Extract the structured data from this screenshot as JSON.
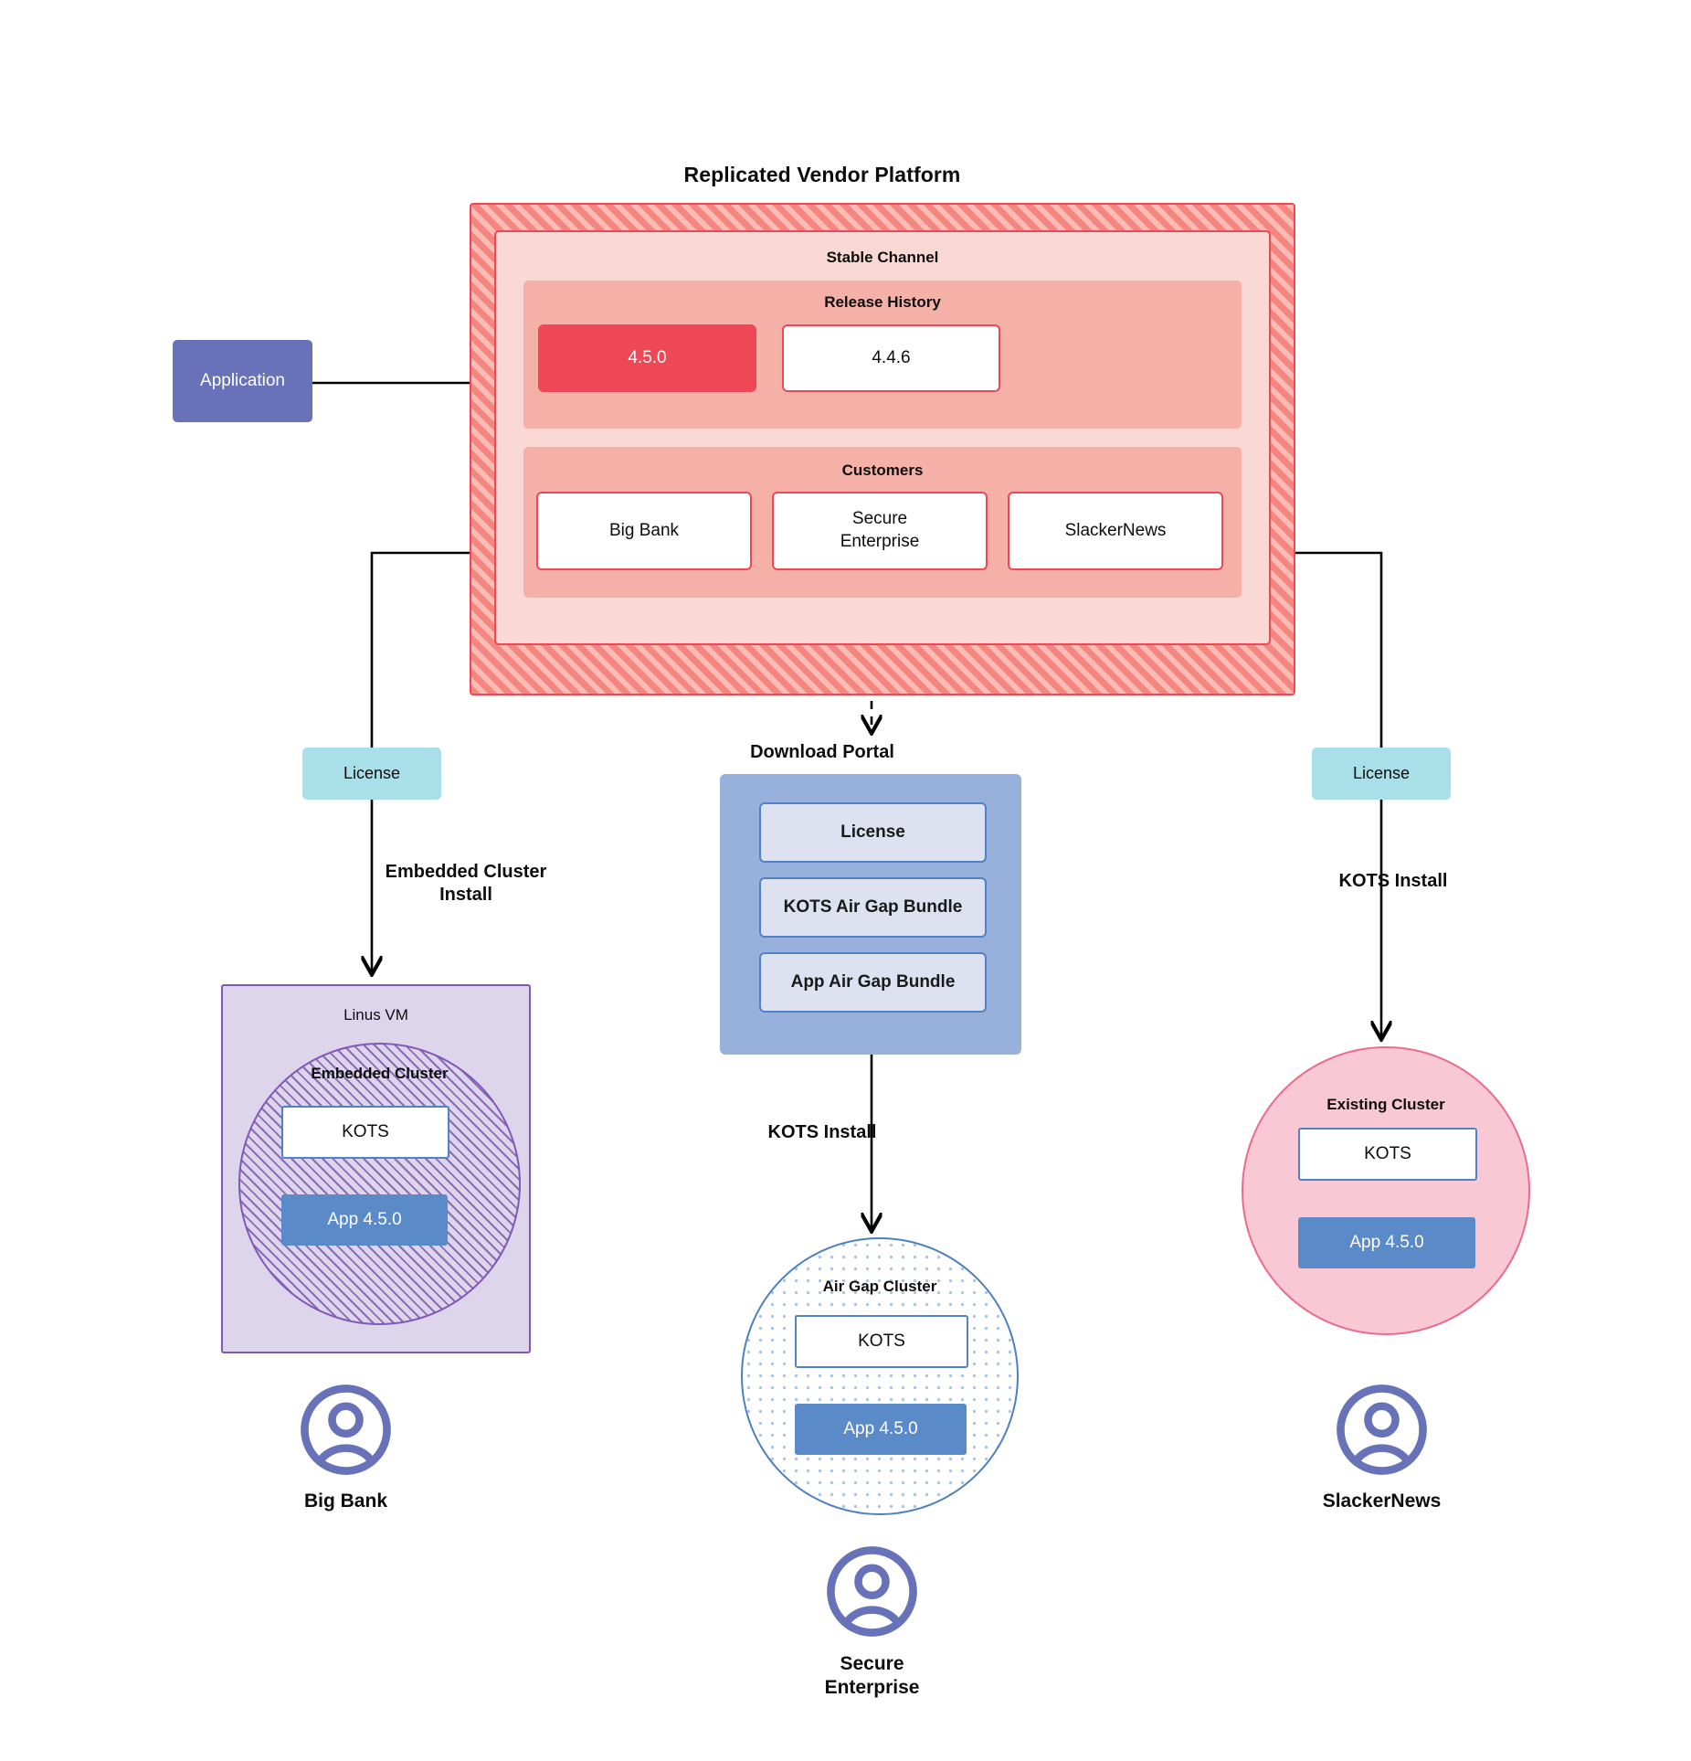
{
  "diagram": {
    "title": "Replicated Vendor Platform",
    "application": {
      "label": "Application"
    },
    "vendor_platform": {
      "stable_channel": {
        "title": "Stable Channel",
        "release_history": {
          "title": "Release History",
          "releases": [
            {
              "version": "4.5.0",
              "state": "current"
            },
            {
              "version": "4.4.6",
              "state": "previous"
            }
          ]
        },
        "customers": {
          "title": "Customers",
          "items": [
            {
              "name": "Big Bank"
            },
            {
              "name": "Secure\nEnterprise"
            },
            {
              "name": "SlackerNews"
            }
          ]
        }
      }
    },
    "licenses": {
      "left": "License",
      "right": "License"
    },
    "flow_labels": {
      "embedded_cluster_install": "Embedded Cluster\nInstall",
      "kots_install_right": "KOTS Install",
      "kots_install_center": "KOTS Install"
    },
    "download_portal": {
      "title": "Download  Portal",
      "items": [
        {
          "label": "License"
        },
        {
          "label": "KOTS Air Gap Bundle"
        },
        {
          "label": "App Air Gap Bundle"
        }
      ]
    },
    "targets": {
      "linux_vm": {
        "title": "Linus VM",
        "cluster_title": "Embedded Cluster",
        "kots": "KOTS",
        "app": "App 4.5.0"
      },
      "air_gap": {
        "cluster_title": "Air Gap Cluster",
        "kots": "KOTS",
        "app": "App 4.5.0"
      },
      "existing": {
        "cluster_title": "Existing Cluster",
        "kots": "KOTS",
        "app": "App 4.5.0"
      }
    },
    "personas": [
      {
        "name": "Big Bank",
        "icon": "user-avatar-icon"
      },
      {
        "name": "Secure\nEnterprise",
        "icon": "user-avatar-icon"
      },
      {
        "name": "SlackerNews",
        "icon": "user-avatar-icon"
      }
    ],
    "colors": {
      "platform_hatch_base": "#f4857f",
      "platform_hatch_stripe": "#fcbbb5",
      "platform_border": "#ee4857",
      "channel_bg": "#fad9d4",
      "section_bg": "#f5b0a8",
      "release_current_bg": "#ee4857",
      "application_bg": "#6872b8",
      "license_bg": "#a8dfe8",
      "portal_bg": "#97b0dc",
      "portal_item_bg": "#dde1f0",
      "portal_item_border": "#5182c5",
      "linux_vm_bg": "#ddd5ec",
      "linux_vm_border": "#8257b5",
      "existing_cluster_bg": "#f8c9d4",
      "existing_cluster_border": "#ec6b8d",
      "air_gap_border": "#4d80c0",
      "air_gap_dots": "#a9c4e4",
      "app_bg": "#5a8ac8",
      "persona_icon": "#6872b8",
      "connector": "#000000"
    }
  }
}
